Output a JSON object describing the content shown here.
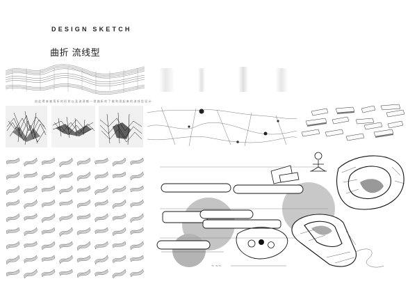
{
  "header": {
    "title": "DESIGN SKETCH",
    "subtitle": "曲折 流线型",
    "caption": "由 此 得 来 被 弯 折 的 形 状 以 及 流 淌 感 — 把 曲 折 的 了 能 利 用 起 来 的 流 线 型 设 计"
  },
  "colors": {
    "background": "#ffffff",
    "ink": "#1a1a1a",
    "tone": "#b8b8b8",
    "light": "#e6e6e6"
  },
  "grid": {
    "rows": 9,
    "cols": 8
  }
}
